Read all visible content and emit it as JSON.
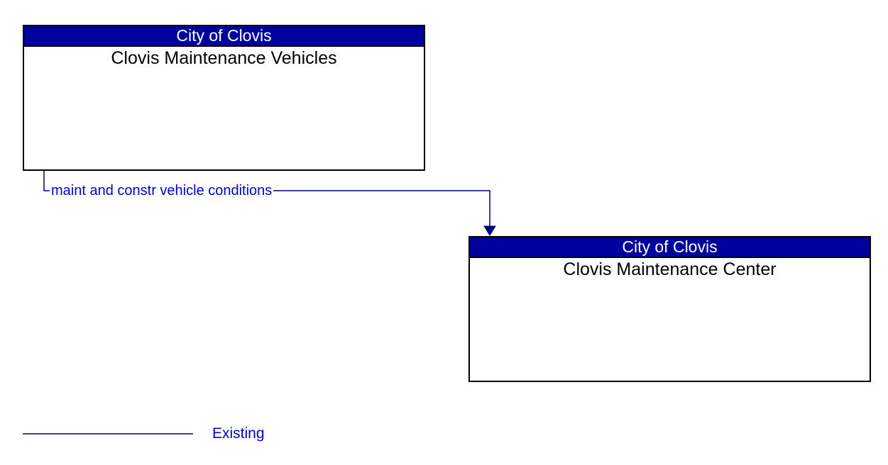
{
  "diagram": {
    "type": "architecture-interconnect-diagram",
    "entities": [
      {
        "header": "City of Clovis",
        "name": "Clovis Maintenance Vehicles"
      },
      {
        "header": "City of Clovis",
        "name": "Clovis Maintenance Center"
      }
    ],
    "flow": {
      "label": "maint and constr vehicle conditions",
      "from": "Clovis Maintenance Vehicles",
      "to": "Clovis Maintenance Center",
      "direction": "down",
      "status": "Existing"
    },
    "legend": {
      "items": [
        {
          "label": "Existing",
          "line_color": "#000080"
        }
      ]
    },
    "colors": {
      "background": "#FFFFFF",
      "entity_header_bg": "#00009C",
      "entity_header_text": "#FFFFFF",
      "entity_body_text": "#000000",
      "entity_border": "#000000",
      "flow_line": "#000080",
      "flow_arrow": "#000080",
      "flow_label_text": "#0000CC",
      "legend_label_text": "#0000CC"
    }
  }
}
